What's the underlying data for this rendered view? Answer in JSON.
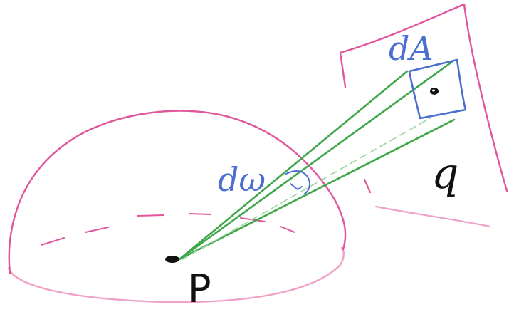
{
  "diagram": {
    "labels": {
      "area_element": "dA",
      "solid_angle": "dω",
      "point_p": "P",
      "point_q": "q"
    },
    "colors": {
      "background": "#ffffff",
      "hemisphere": "#e0559b",
      "surface_plane": "#e0559b",
      "rays": "#3fa64a",
      "rays_dashed": "#9ad39e",
      "area_patch": "#4a6fd0",
      "blue_labels": "#4a6fd0",
      "black_ink": "#111111"
    }
  }
}
